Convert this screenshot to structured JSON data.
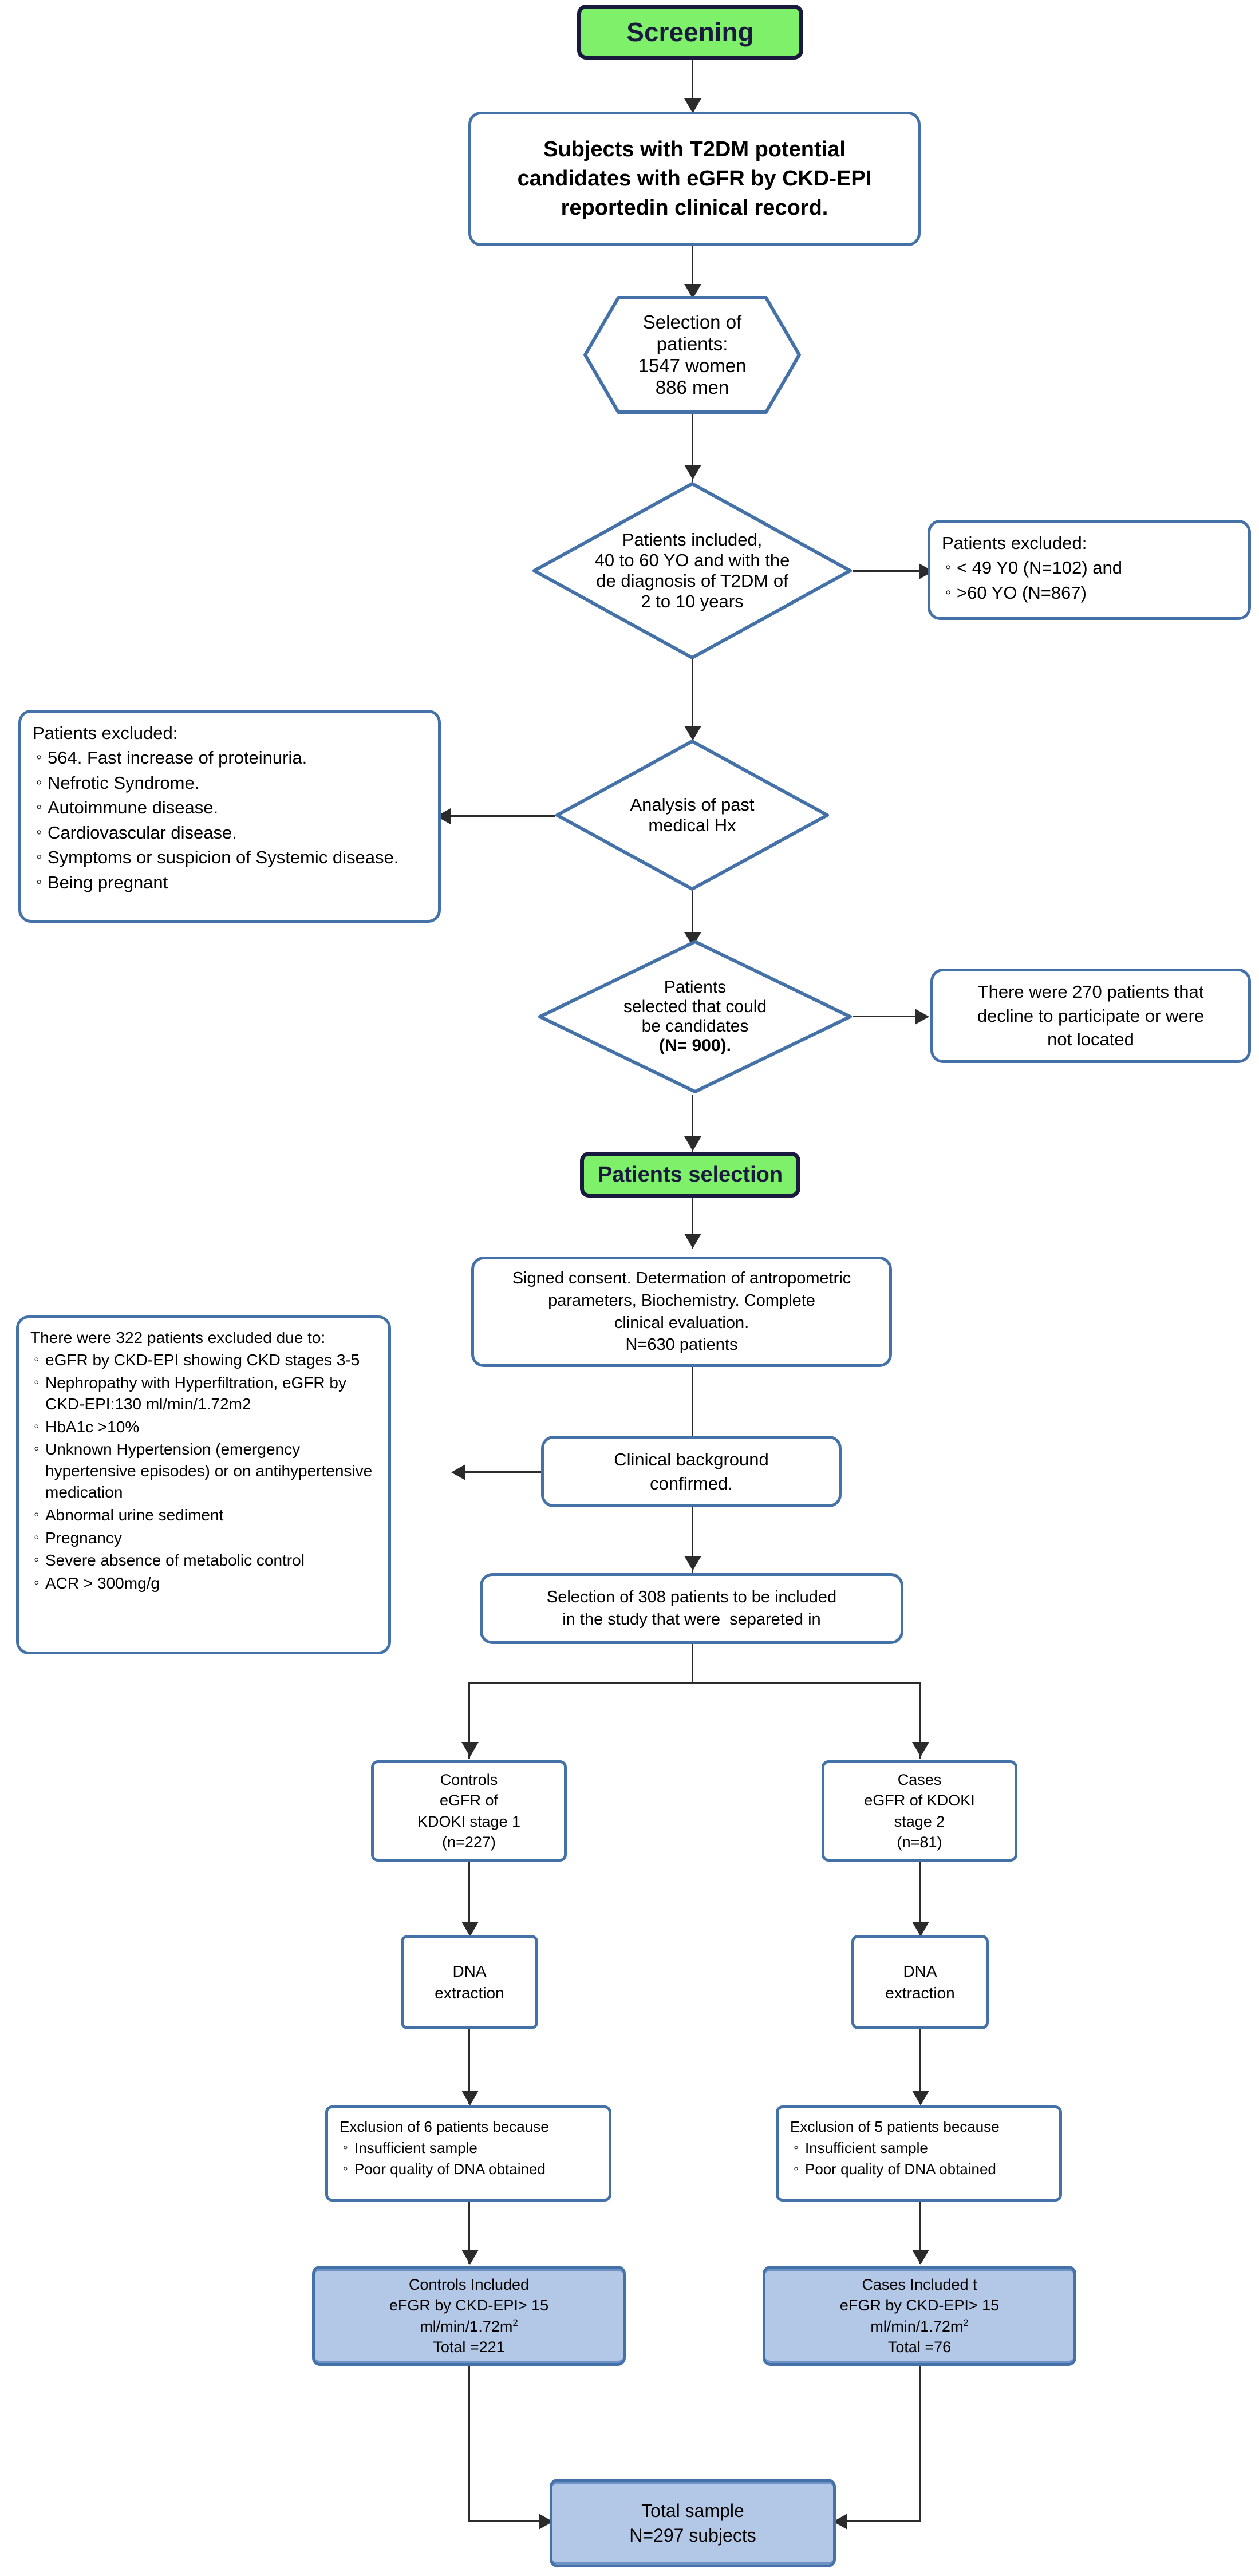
{
  "diagram": {
    "title": "Patient selection flowchart",
    "colors": {
      "green_fill": "#7ef06a",
      "green_border": "#191a3e",
      "blue_border": "#4472a8",
      "blue_fill": "#b3c8e6",
      "connector": "#2b2b2b"
    }
  },
  "nodes": {
    "screening": {
      "label": "Screening"
    },
    "subjects": {
      "line1": "Subjects with T2DM potential",
      "line2": "candidates with eGFR by CKD-EPI",
      "line3": "reportedin clinical record."
    },
    "selection_hex": {
      "line1": "Selection of",
      "line2": "patients:",
      "line3": "1547 women",
      "line4": "886 men"
    },
    "included_diamond": {
      "line1": "Patients included,",
      "line2": "40 to 60 YO and with the",
      "line3": "de diagnosis of T2DM of",
      "line4": "2 to 10 years"
    },
    "excluded_age": {
      "header": "Patients excluded:",
      "items": [
        "< 49 Y0  (N=102) and",
        ">60 YO (N=867)"
      ]
    },
    "analysis_diamond": {
      "line1": "Analysis of past",
      "line2": "medical Hx"
    },
    "excluded_history": {
      "header": "Patients excluded:",
      "items": [
        "564. Fast increase of proteinuria.",
        "Nefrotic Syndrome.",
        "Autoimmune disease.",
        "Cardiovascular disease.",
        "Symptoms or suspicion of Systemic disease.",
        "Being pregnant"
      ]
    },
    "candidates_diamond": {
      "line1": "Patients",
      "line2": "selected that could",
      "line3": "be candidates",
      "line4": "(N= 900)."
    },
    "declined": {
      "line1": "There were 270 patients that",
      "line2": "decline to participate or were",
      "line3": "not located"
    },
    "patients_selection": {
      "label": "Patients selection"
    },
    "consent": {
      "line1": "Signed consent. Determation of antropometric",
      "line2": "parameters, Biochemistry. Complete",
      "line3": "clinical evaluation.",
      "line4": "N=630 patients"
    },
    "excluded_322": {
      "header": "There were 322 patients excluded due to:",
      "items": [
        "eGFR by CKD-EPI showing CKD stages 3-5",
        "Nephropathy with Hyperfiltration, eGFR by CKD-EPI:130 ml/min/1.72m2",
        "HbA1c >10%",
        "Unknown Hypertension (emergency hypertensive episodes) or on antihypertensive medication",
        "Abnormal urine sediment",
        "Pregnancy",
        "Severe absence of metabolic control",
        "ACR > 300mg/g"
      ]
    },
    "clinical_background": {
      "line1": "Clinical background",
      "line2": "confirmed."
    },
    "selection_308": {
      "line1": "Selection of 308 patients to be included",
      "line2": "in the study that were  separeted in"
    },
    "controls": {
      "line1": "Controls",
      "line2": "eGFR of",
      "line3": "KDOKI stage 1",
      "line4": "(n=227)"
    },
    "cases": {
      "line1": "Cases",
      "line2": "eGFR of KDOKI",
      "line3": "stage 2",
      "line4": "(n=81)"
    },
    "dna_controls": {
      "line1": "DNA",
      "line2": "extraction"
    },
    "dna_cases": {
      "line1": "DNA",
      "line2": "extraction"
    },
    "exclusion_controls": {
      "header": "Exclusion of 6 patients because",
      "items": [
        "Insufficient sample",
        "Poor quality of DNA obtained"
      ]
    },
    "exclusion_cases": {
      "header": "Exclusion of 5 patients because",
      "items": [
        "Insufficient sample",
        "Poor quality of DNA obtained"
      ]
    },
    "controls_included": {
      "line1": "Controls Included",
      "line2": "eFGR by CKD-EPI> 15",
      "line3_pre": "ml/min/1.72m",
      "line3_sup": "2",
      "line4": "Total =221"
    },
    "cases_included": {
      "line1": "Cases Included t",
      "line2": "eFGR by CKD-EPI> 15",
      "line3_pre": "ml/min/1.72m",
      "line3_sup": "2",
      "line4": "Total =76"
    },
    "total_sample": {
      "line1": "Total sample",
      "line2": "N=297 subjects"
    }
  }
}
